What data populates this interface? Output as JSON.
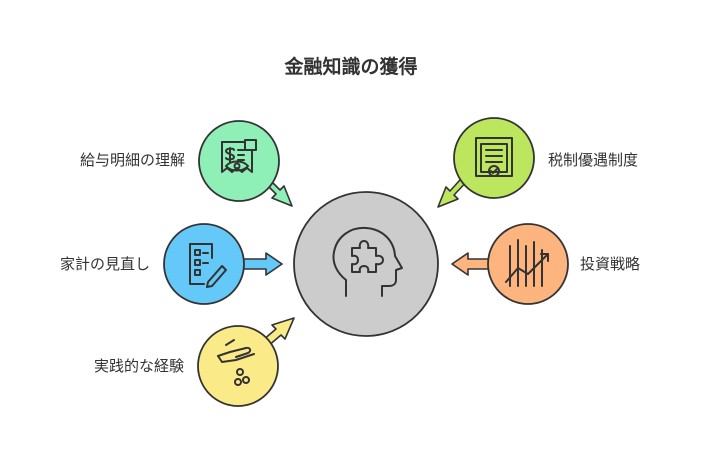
{
  "title": "金融知識の獲得",
  "center": {
    "icon": "head-puzzle-icon",
    "color": "#cccccc"
  },
  "items": [
    {
      "label": "給与明細の理解",
      "icon": "receipt-eye-icon",
      "color": "#8ef0b6",
      "side": "left"
    },
    {
      "label": "家計の見直し",
      "icon": "checklist-pen-icon",
      "color": "#64c8f8",
      "side": "left"
    },
    {
      "label": "実践的な経験",
      "icon": "hand-coins-icon",
      "color": "#fbeb88",
      "side": "left"
    },
    {
      "label": "税制優遇制度",
      "icon": "certificate-icon",
      "color": "#bde65f",
      "side": "right"
    },
    {
      "label": "投資戦略",
      "icon": "trend-chart-icon",
      "color": "#fdb47e",
      "side": "right"
    }
  ]
}
